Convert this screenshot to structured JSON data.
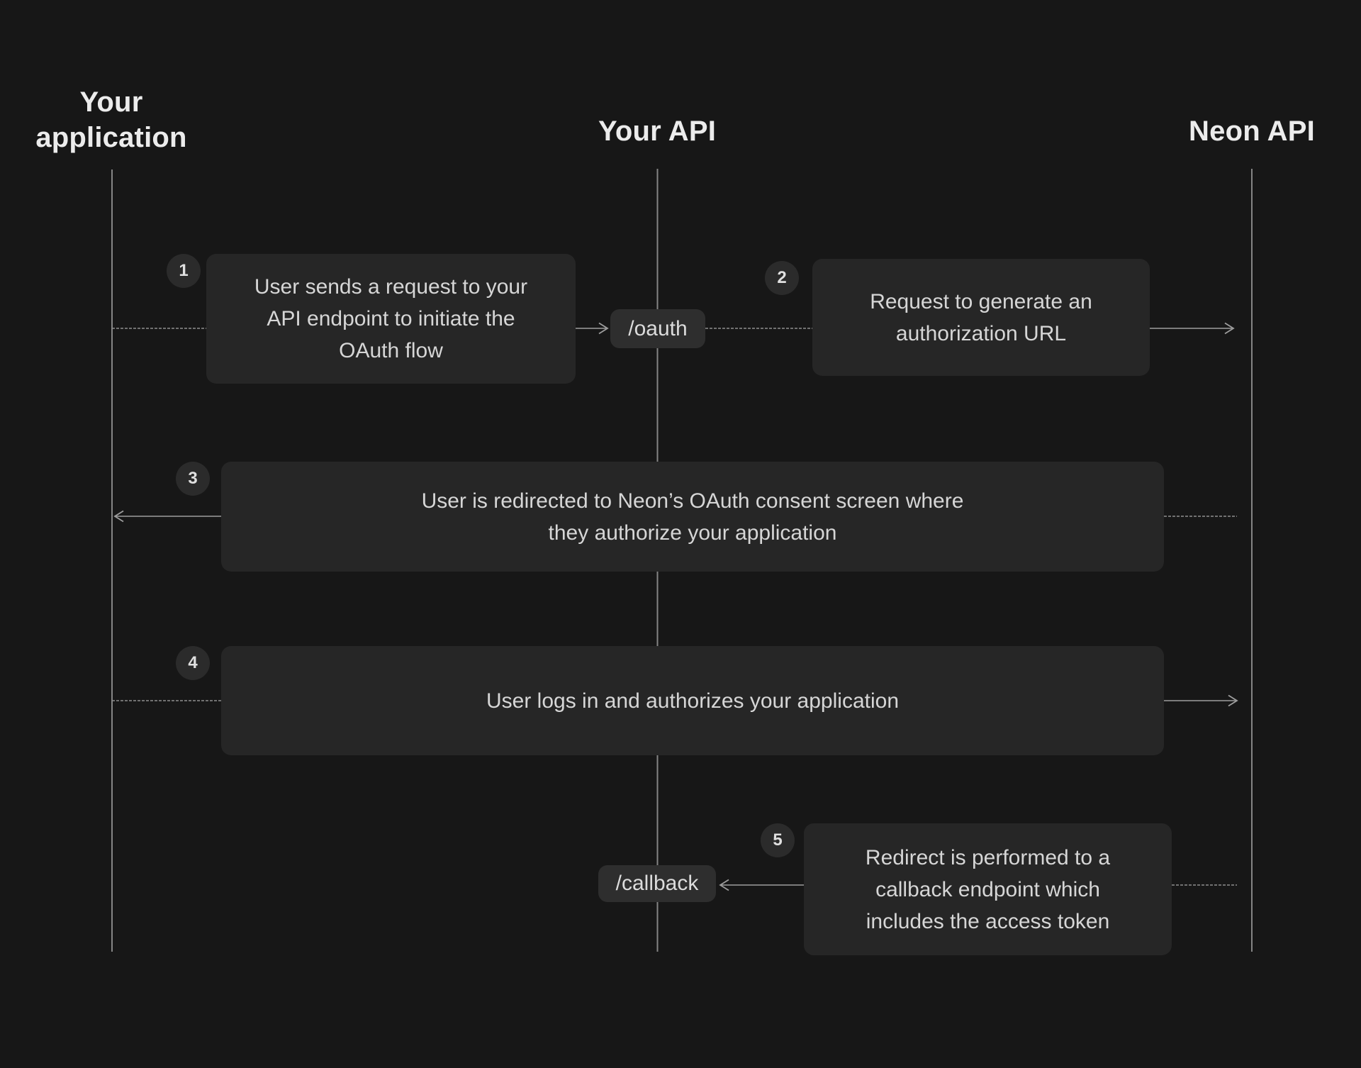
{
  "diagram": {
    "title_implied": "OAuth flow sequence diagram",
    "colors": {
      "background": "#171717",
      "step_box": "#262626",
      "endpoint_pill": "#2e2e2e",
      "badge": "#2b2b2b",
      "lifeline": "#858585",
      "message_line": "#9e9e9e",
      "body_text": "#d6d6d6",
      "heading_text": "#ececec"
    },
    "lanes": [
      {
        "id": "your-application",
        "label": "Your application"
      },
      {
        "id": "your-api",
        "label": "Your API"
      },
      {
        "id": "neon-api",
        "label": "Neon API"
      }
    ],
    "steps": [
      {
        "number": "1",
        "text": "User sends a request to your\nAPI endpoint to initiate the\nOAuth flow"
      },
      {
        "number": "2",
        "text": "Request to generate an\nauthorization URL"
      },
      {
        "number": "3",
        "text": "User is redirected to Neon’s OAuth consent screen where\nthey authorize your application"
      },
      {
        "number": "4",
        "text": "User logs in and authorizes your application"
      },
      {
        "number": "5",
        "text": "Redirect is performed to a\ncallback endpoint which\nincludes the access token"
      }
    ],
    "endpoints": [
      {
        "id": "oauth",
        "label": "/oauth"
      },
      {
        "id": "callback",
        "label": "/callback"
      }
    ]
  }
}
